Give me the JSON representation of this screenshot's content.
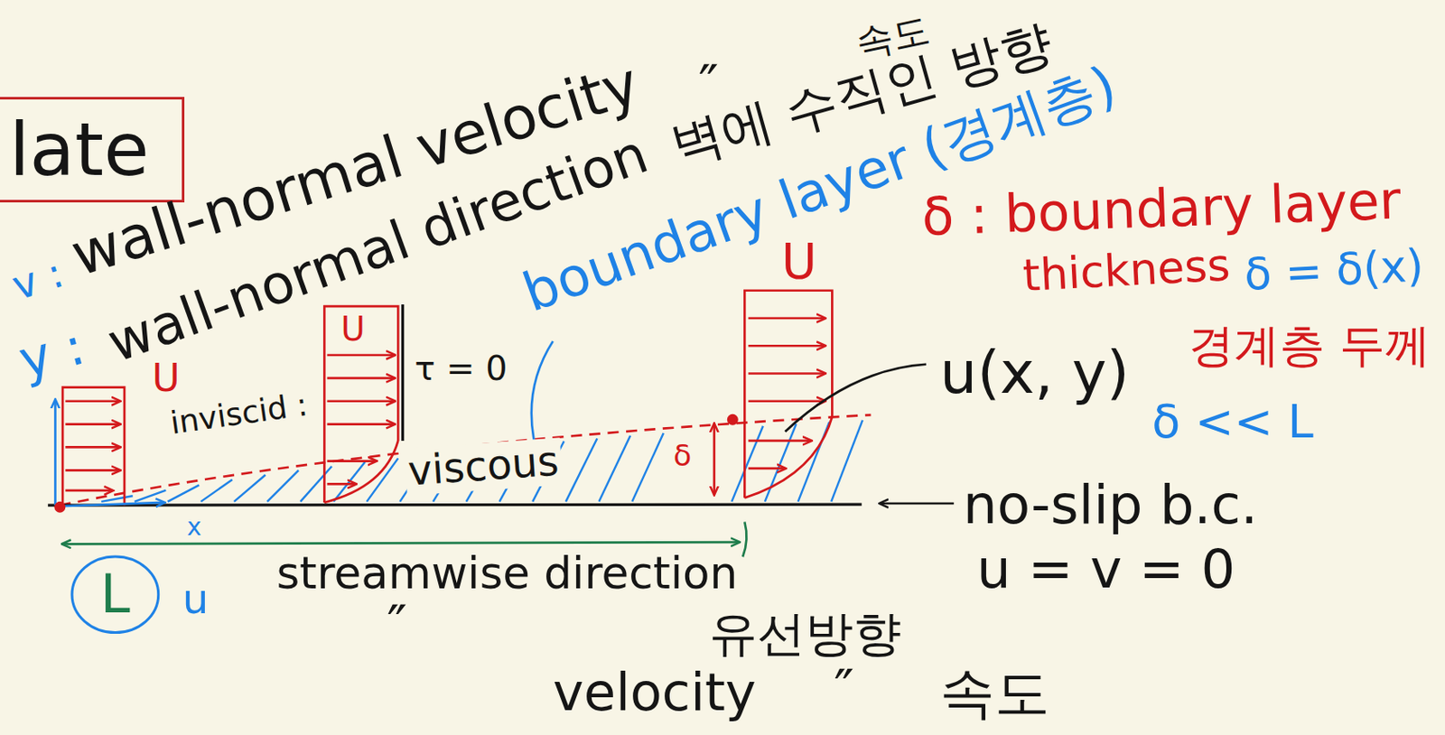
{
  "diagram": {
    "nodes": [
      {
        "text": [
          "late"
        ]
      },
      {
        "text": [
          "L"
        ]
      }
    ],
    "labels": [
      "v :",
      "wall-normal velocity",
      "″",
      "속도",
      "y :",
      "wall-normal direction",
      "벽에 수직인 방향",
      "boundary layer (경계층)",
      "δ : boundary layer",
      "thickness",
      "δ = δ(x)",
      "경계층 두께",
      "δ << L",
      "U",
      "U",
      "U",
      "inviscid :",
      "τ = 0",
      "viscous",
      "u(x, y)",
      "δ",
      "no-slip b.c.",
      "u = v = 0",
      "x",
      "streamwise direction",
      "u",
      "″",
      "유선방향",
      "velocity",
      "″",
      "속도"
    ]
  }
}
